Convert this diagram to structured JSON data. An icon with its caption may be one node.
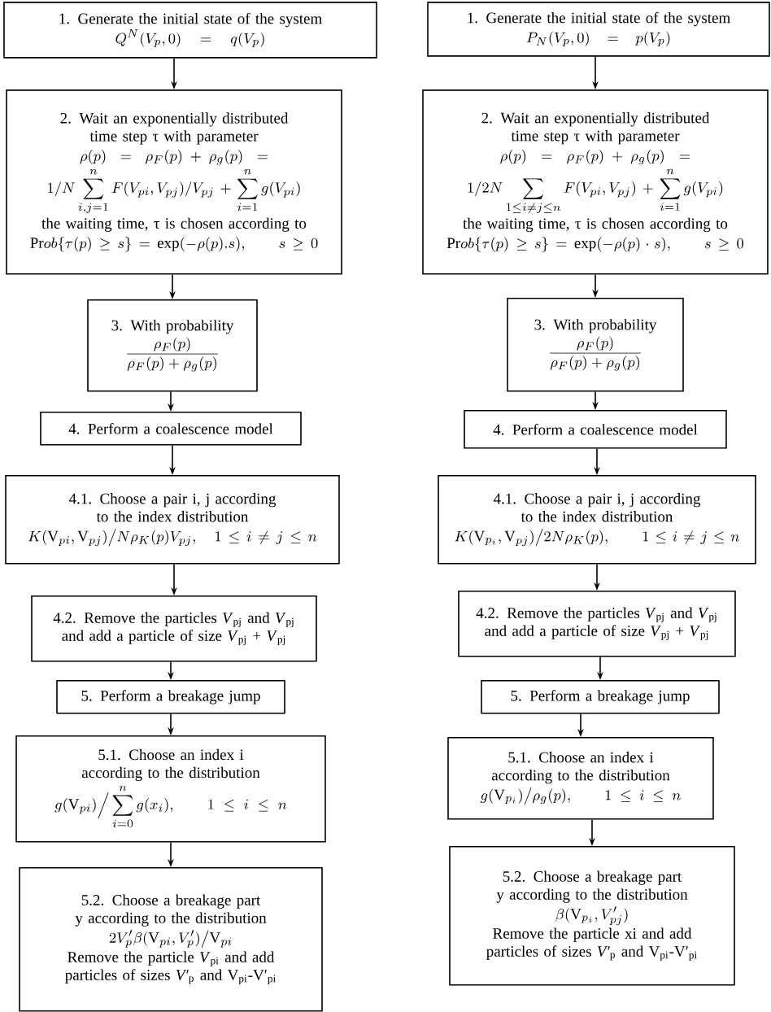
{
  "diagram": {
    "nodes": [
      {
        "text": [
          "1. Generate the initial state of the system",
          "Q^N(V_p,0) = q(V_p)"
        ]
      },
      {
        "text": [
          "2. Wait an exponentially distributed time step τ with parameter",
          "\\rho(p) = \\rho_F(p) + \\rho_g(p) =",
          "1/N \\sum_{i,j=1}^{n} F(V_{pi},V_{pj})/V_{pj} + \\sum_{i=1}^{n} g(V_{pi})",
          "the waiting time, τ is chosen according to",
          "\\mathrm{Pr}ob\\{\\tau(p)\\geq s\\} = \\exp(-\\rho(p).s), \\qquad s\\geq 0"
        ]
      },
      {
        "text": [
          "3. With probability",
          "\\frac{\\rho_F(p)}{\\rho_F(p)+\\rho_g(p)}"
        ]
      },
      {
        "text": [
          "4. Perform a coalescence model"
        ]
      },
      {
        "text": [
          "4.1. Choose a pair i, j according to the index distribution",
          "K(\\mathrm{V}_{pi},\\mathrm{V}_{pj})\\big/N\\rho_K(p)V_{pj}, \\quad 1\\leq i\\neq j\\leq n"
        ]
      },
      {
        "text": [
          "4.2. Remove the particles *V*$_{pj}$ and *V*$_{pj}$ and add a particle of size *V*$_{pj}$ + *V*$_{pj}$"
        ]
      },
      {
        "text": [
          "5. Perform a breakage jump"
        ]
      },
      {
        "text": [
          "5.1. Choose an index i according to the distribution",
          "g(\\mathrm{V}_{pi})\\Big/\\sum_{i=0}^{n} g(x_i), \\qquad 1\\leq i\\leq n"
        ]
      },
      {
        "text": [
          "5.2. Choose a breakage part y according to the distribution",
          "2V'_p\\beta(\\mathrm{V}_{pi},V'_p)\\big/\\mathrm{V}_{pi}",
          "Remove the particle *V*$_{pi}$ and add particles of sizes *V′*$_{p}$ and V$_{pi}$-V′$_{pi}$"
        ]
      },
      {
        "text": [
          "1. Generate the initial state of the system",
          "P_N(V_p,0) = p(V_p)"
        ]
      },
      {
        "text": [
          "2. Wait an exponentially distributed time step τ with parameter",
          "\\rho(p) = \\rho_F(p) + \\rho_g(p) =",
          "1/2N \\sum_{1\\leq i\\neq j\\leq n} F(V_{pi},V_{pj}) + \\sum_{i=1}^{n} g(V_{pi})",
          "the waiting time, τ is chosen according to",
          "\\mathrm{Pr}ob\\{\\tau(p)\\geq s\\} = \\exp(-\\rho(p)\\cdot s), \\qquad s\\geq 0"
        ]
      },
      {
        "text": [
          "3. With probability",
          "\\frac{\\rho_F(p)}{\\rho_F(p)+\\rho_g(p)}"
        ]
      },
      {
        "text": [
          "4. Perform a coalescence model"
        ]
      },
      {
        "text": [
          "4.1. Choose a pair i, j according to the index distribution",
          "K(\\mathrm{V}_{p_i},\\mathrm{V}_{pj})\\big/2N\\rho_K(p), \\qquad 1\\leq i\\neq j\\leq n"
        ]
      },
      {
        "text": [
          "4.2. Remove the particles *V*$_{pj}$ and *V*$_{pj}$ and add a particle of size *V*$_{pj}$ + *V*$_{pj}$"
        ]
      },
      {
        "text": [
          "5. Perform a breakage jump"
        ]
      },
      {
        "text": [
          "5.1. Choose an index i according to the distribution",
          "g(\\mathrm{V}_{p_i})\\big/\\rho_g(p), \\qquad 1\\leq i\\leq n"
        ]
      },
      {
        "text": [
          "5.2. Choose a breakage part y according to the distribution",
          "\\beta(\\mathrm{V}_{p_i},V'_{pj})",
          "Remove the particle xi and add particles of sizes *V′*$_{p}$ and V$_{pi}$-V′$_{pi}$"
        ]
      }
    ],
    "edges": [
      {
        "from": 0,
        "to": 1,
        "arrow": "to"
      },
      {
        "from": 1,
        "to": 2,
        "arrow": "to"
      },
      {
        "from": 2,
        "to": 3,
        "arrow": "to"
      },
      {
        "from": 3,
        "to": 4,
        "arrow": "to"
      },
      {
        "from": 4,
        "to": 5,
        "arrow": "to"
      },
      {
        "from": 5,
        "to": 6,
        "arrow": "to"
      },
      {
        "from": 6,
        "to": 7,
        "arrow": "to"
      },
      {
        "from": 7,
        "to": 8,
        "arrow": "to"
      },
      {
        "from": 9,
        "to": 10,
        "arrow": "to"
      },
      {
        "from": 10,
        "to": 11,
        "arrow": "to"
      },
      {
        "from": 11,
        "to": 12,
        "arrow": "to"
      },
      {
        "from": 12,
        "to": 13,
        "arrow": "to"
      },
      {
        "from": 13,
        "to": 14,
        "arrow": "to"
      },
      {
        "from": 14,
        "to": 15,
        "arrow": "to"
      },
      {
        "from": 15,
        "to": 16,
        "arrow": "to"
      },
      {
        "from": 16,
        "to": 17,
        "arrow": "to"
      }
    ]
  }
}
